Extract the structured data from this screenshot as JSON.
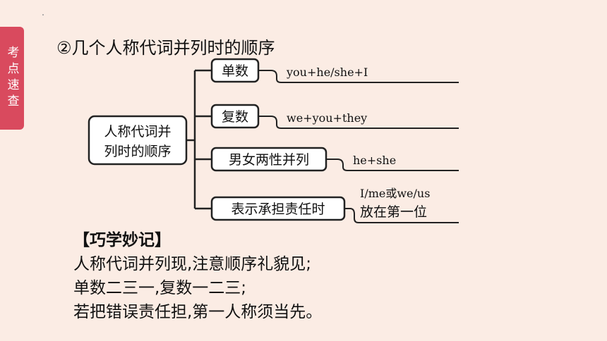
{
  "side_tab": {
    "label": "考点速查"
  },
  "section_title": "②几个人称代词并列时的顺序",
  "diagram": {
    "root_line1": "人称代词并",
    "root_line2": "列时的顺序",
    "branches": [
      {
        "label": "单数",
        "content": "you+he/she+I"
      },
      {
        "label": "复数",
        "content": "we+you+they"
      },
      {
        "label": "男女两性并列",
        "content": "he+she"
      },
      {
        "label": "表示承担责任时",
        "content_line1": "I/me或we/us",
        "content_line2": "放在第一位"
      }
    ]
  },
  "mnemonic": {
    "heading": "【巧学妙记】",
    "lines": [
      "人称代词并列现,注意顺序礼貌见;",
      "单数二三一,复数一二三;",
      "若把错误责任担,第一人称须当先。"
    ]
  }
}
